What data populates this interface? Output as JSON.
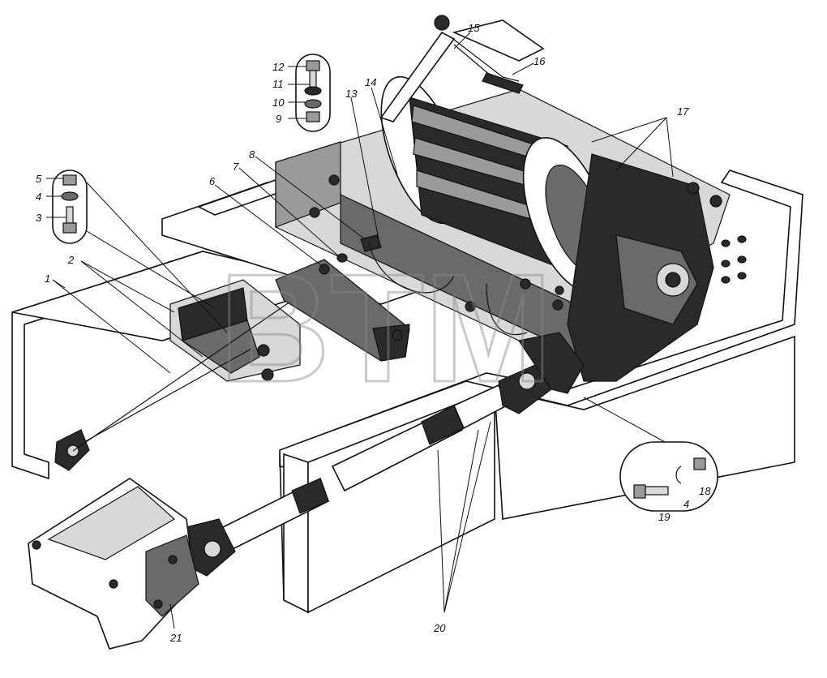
{
  "watermark": "BTM",
  "callouts": {
    "c1": "1",
    "c2": "2",
    "c3": "3",
    "c4a": "4",
    "c4b": "4",
    "c5": "5",
    "c6": "6",
    "c7": "7",
    "c8": "8",
    "c9": "9",
    "c10": "10",
    "c11": "11",
    "c12": "12",
    "c13": "13",
    "c14": "14",
    "c15": "15",
    "c16": "16",
    "c17": "17",
    "c18": "18",
    "c19": "19",
    "c20": "20",
    "c21": "21"
  }
}
